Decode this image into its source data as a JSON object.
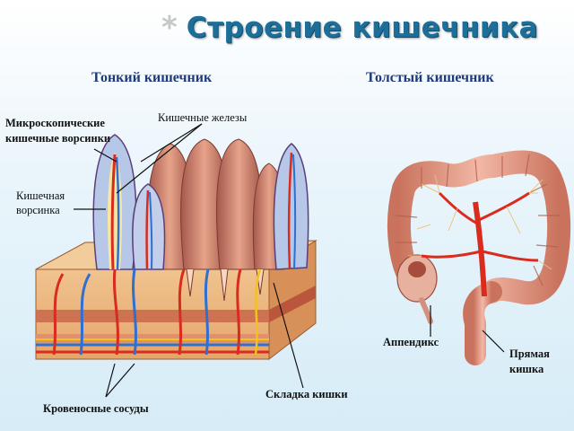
{
  "slide": {
    "title": "Строение кишечника"
  },
  "headings": {
    "small": "Тонкий кишечник",
    "large": "Толстый кишечник"
  },
  "labels": {
    "glands": "Кишечные железы",
    "micro_villi_1": "Микроскопические",
    "micro_villi_2": "кишечные ворсинки",
    "villus_1": "Кишечная",
    "villus_2": "ворсинка",
    "appendix": "Аппендикс",
    "rectum_1": "Прямая",
    "rectum_2": "кишка",
    "fold": "Складка кишки",
    "vessels": "Кровеносные сосуды"
  },
  "colors": {
    "title": "#1d6f9a",
    "headings": "#1e3a7a",
    "tissue": "#d9876a",
    "artery": "#d92b1e",
    "vein": "#2f6fd0",
    "nerve": "#f2c21d",
    "colon": "#e3a08d"
  }
}
